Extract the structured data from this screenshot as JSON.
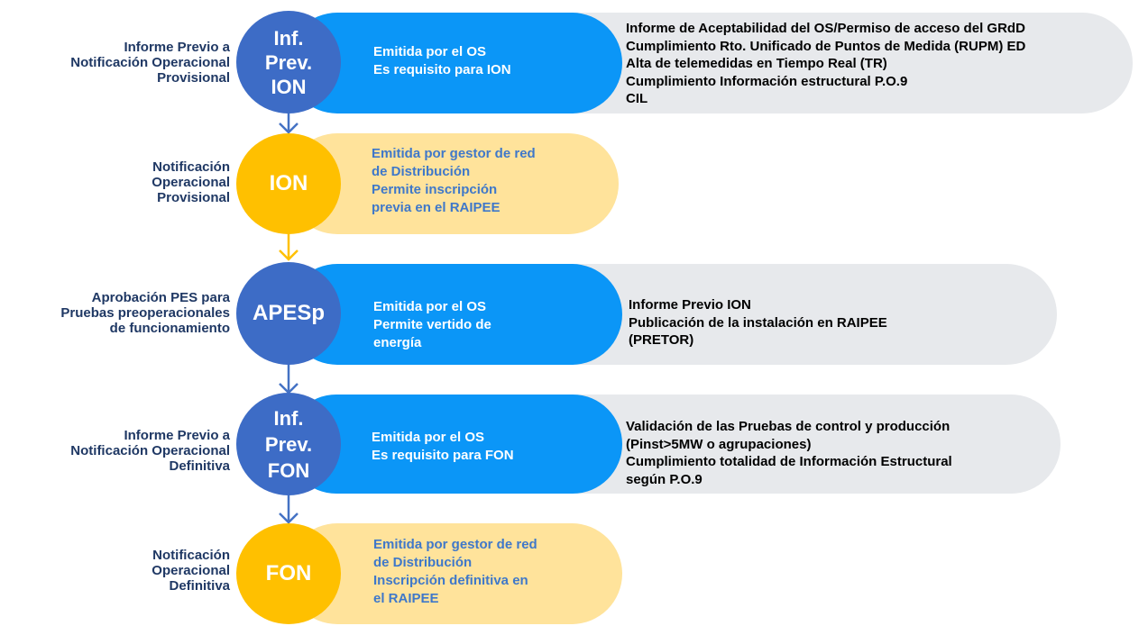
{
  "stages": [
    {
      "side_label": [
        "Informe Previo a",
        "Notificación Operacional",
        "Provisional"
      ],
      "circle": [
        "Inf.",
        "Prev.",
        "ION"
      ],
      "pill_text": [
        "Emitida por el OS",
        "Es requisito para ION"
      ],
      "requirements": [
        "Informe de Aceptabilidad del OS/Permiso de acceso del GRdD",
        "Cumplimiento Rto. Unificado de Puntos de Medida (RUPM) ED",
        "Alta de telemedidas en Tiempo Real (TR)",
        "Cumplimiento Información estructural P.O.9",
        "CIL"
      ]
    },
    {
      "side_label": [
        "Notificación",
        "Operacional",
        "Provisional"
      ],
      "circle": [
        "ION"
      ],
      "pill_text": [
        "Emitida por gestor de red",
        "de Distribución",
        "Permite inscripción",
        "previa en el RAIPEE"
      ]
    },
    {
      "side_label": [
        "Aprobación PES para",
        "Pruebas preoperacionales",
        "de funcionamiento"
      ],
      "circle": [
        "APESp"
      ],
      "pill_text": [
        "Emitida por el OS",
        "Permite vertido de",
        "energía"
      ],
      "requirements": [
        "Informe Previo ION",
        "Publicación de la instalación en RAIPEE",
        "(PRETOR)"
      ]
    },
    {
      "side_label": [
        "Informe Previo a",
        "Notificación Operacional",
        "Definitiva"
      ],
      "circle": [
        "Inf.",
        "Prev.",
        "FON"
      ],
      "pill_text": [
        "Emitida por el OS",
        "Es requisito para FON"
      ],
      "requirements": [
        "Validación de las Pruebas de control y producción",
        "(Pinst>5MW o agrupaciones)",
        "Cumplimiento totalidad de Información Estructural",
        "según P.O.9"
      ]
    },
    {
      "side_label": [
        "Notificación",
        "Operacional",
        "Definitiva"
      ],
      "circle": [
        "FON"
      ],
      "pill_text": [
        "Emitida por gestor de red",
        "de Distribución",
        "Inscripción definitiva en",
        "el RAIPEE"
      ]
    }
  ],
  "colors": {
    "side_label": "#1f3864",
    "blue_pill": "#0b96f7",
    "blue_circle": "#3d6cc6",
    "yellow_pill": "#ffe39b",
    "yellow_circle": "#ffc000",
    "gray_pill": "#e7e9ec",
    "arrow_blue": "#4472c4",
    "arrow_yellow": "#ffc000"
  }
}
